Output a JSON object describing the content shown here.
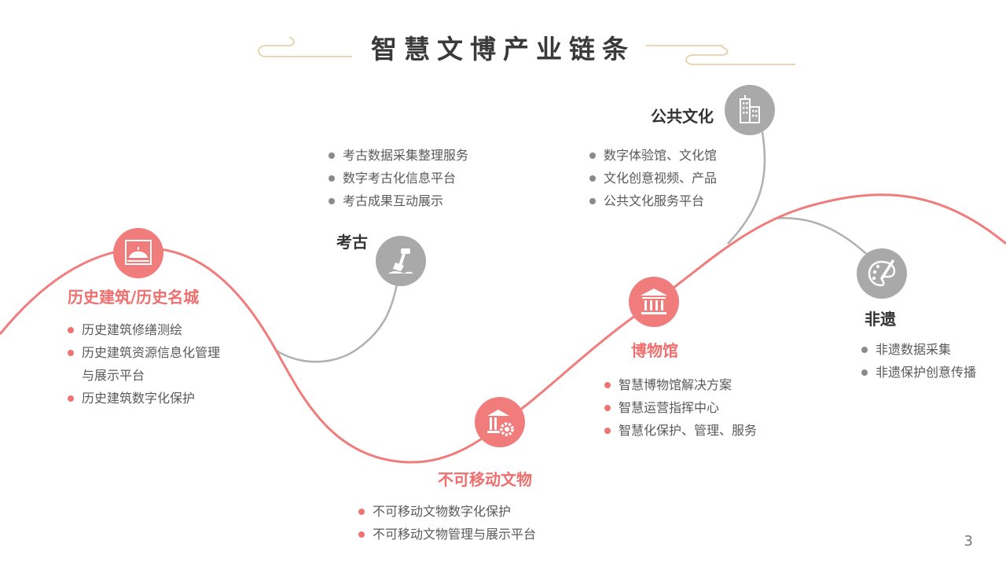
{
  "title": "智慧文博产业链条",
  "colors": {
    "accent": "#f07c7c",
    "gray": "#a9a9a9",
    "gold": "#e3c99a",
    "text": "#595959"
  },
  "nodes": [
    {
      "heading": "历史建筑/历史名城",
      "icon": "umbrella-icon",
      "items": [
        "历史建筑修缮测绘",
        "历史建筑资源信息化管理",
        "与展示平台",
        "历史建筑数字化保护"
      ]
    },
    {
      "heading": "考古",
      "icon": "shovel-icon",
      "items": [
        "考古数据采集整理服务",
        "数字考古化信息平台",
        "考古成果互动展示"
      ]
    },
    {
      "heading": "不可移动文物",
      "icon": "heritage-gear-icon",
      "items": [
        "不可移动文物数字化保护",
        "不可移动文物管理与展示平台"
      ]
    },
    {
      "heading": "博物馆",
      "icon": "museum-icon",
      "items": [
        "智慧博物馆解决方案",
        "智慧运营指挥中心",
        "智慧化保护、管理、服务"
      ]
    },
    {
      "heading": "公共文化",
      "icon": "buildings-icon",
      "items": [
        "数字体验馆、文化馆",
        "文化创意视频、产品",
        "公共文化服务平台"
      ]
    },
    {
      "heading": "非遗",
      "icon": "palette-icon",
      "items": [
        "非遗数据采集",
        "非遗保护创意传播"
      ]
    }
  ],
  "page_number": "3"
}
